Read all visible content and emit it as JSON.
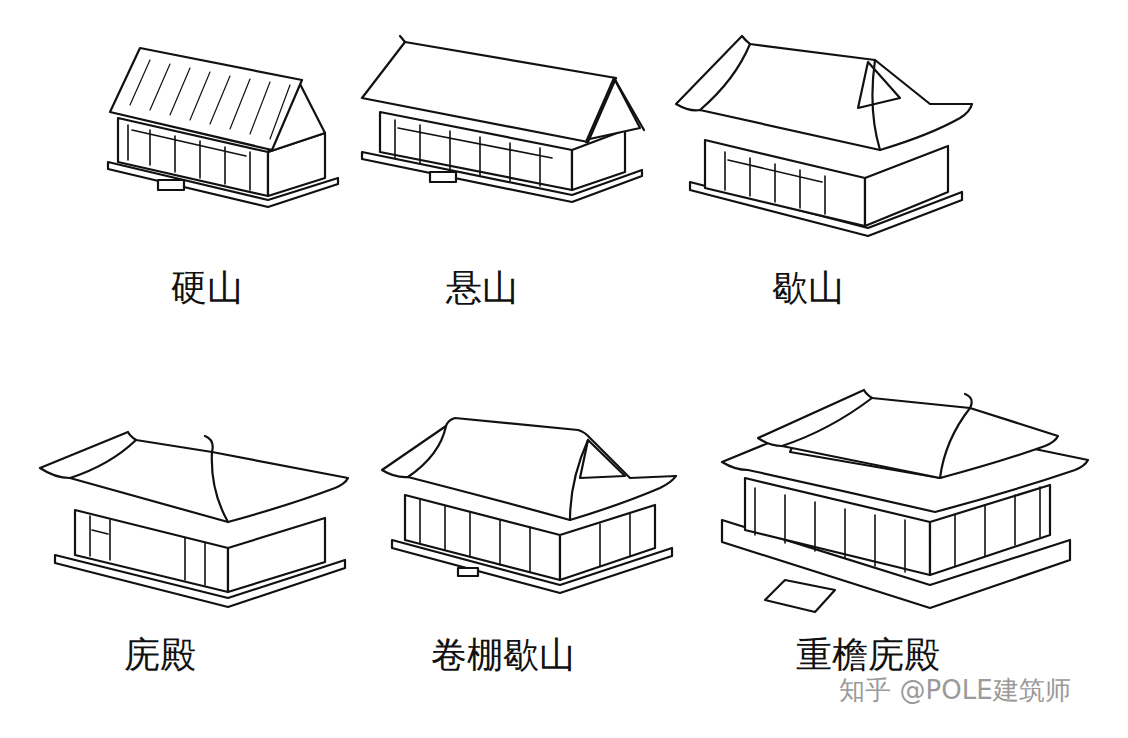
{
  "diagram": {
    "labels": [
      "硬山",
      "悬山",
      "歇山",
      "庑殿",
      "卷棚歇山",
      "重檐庑殿",
      "知乎 @POLE建筑师"
    ]
  }
}
